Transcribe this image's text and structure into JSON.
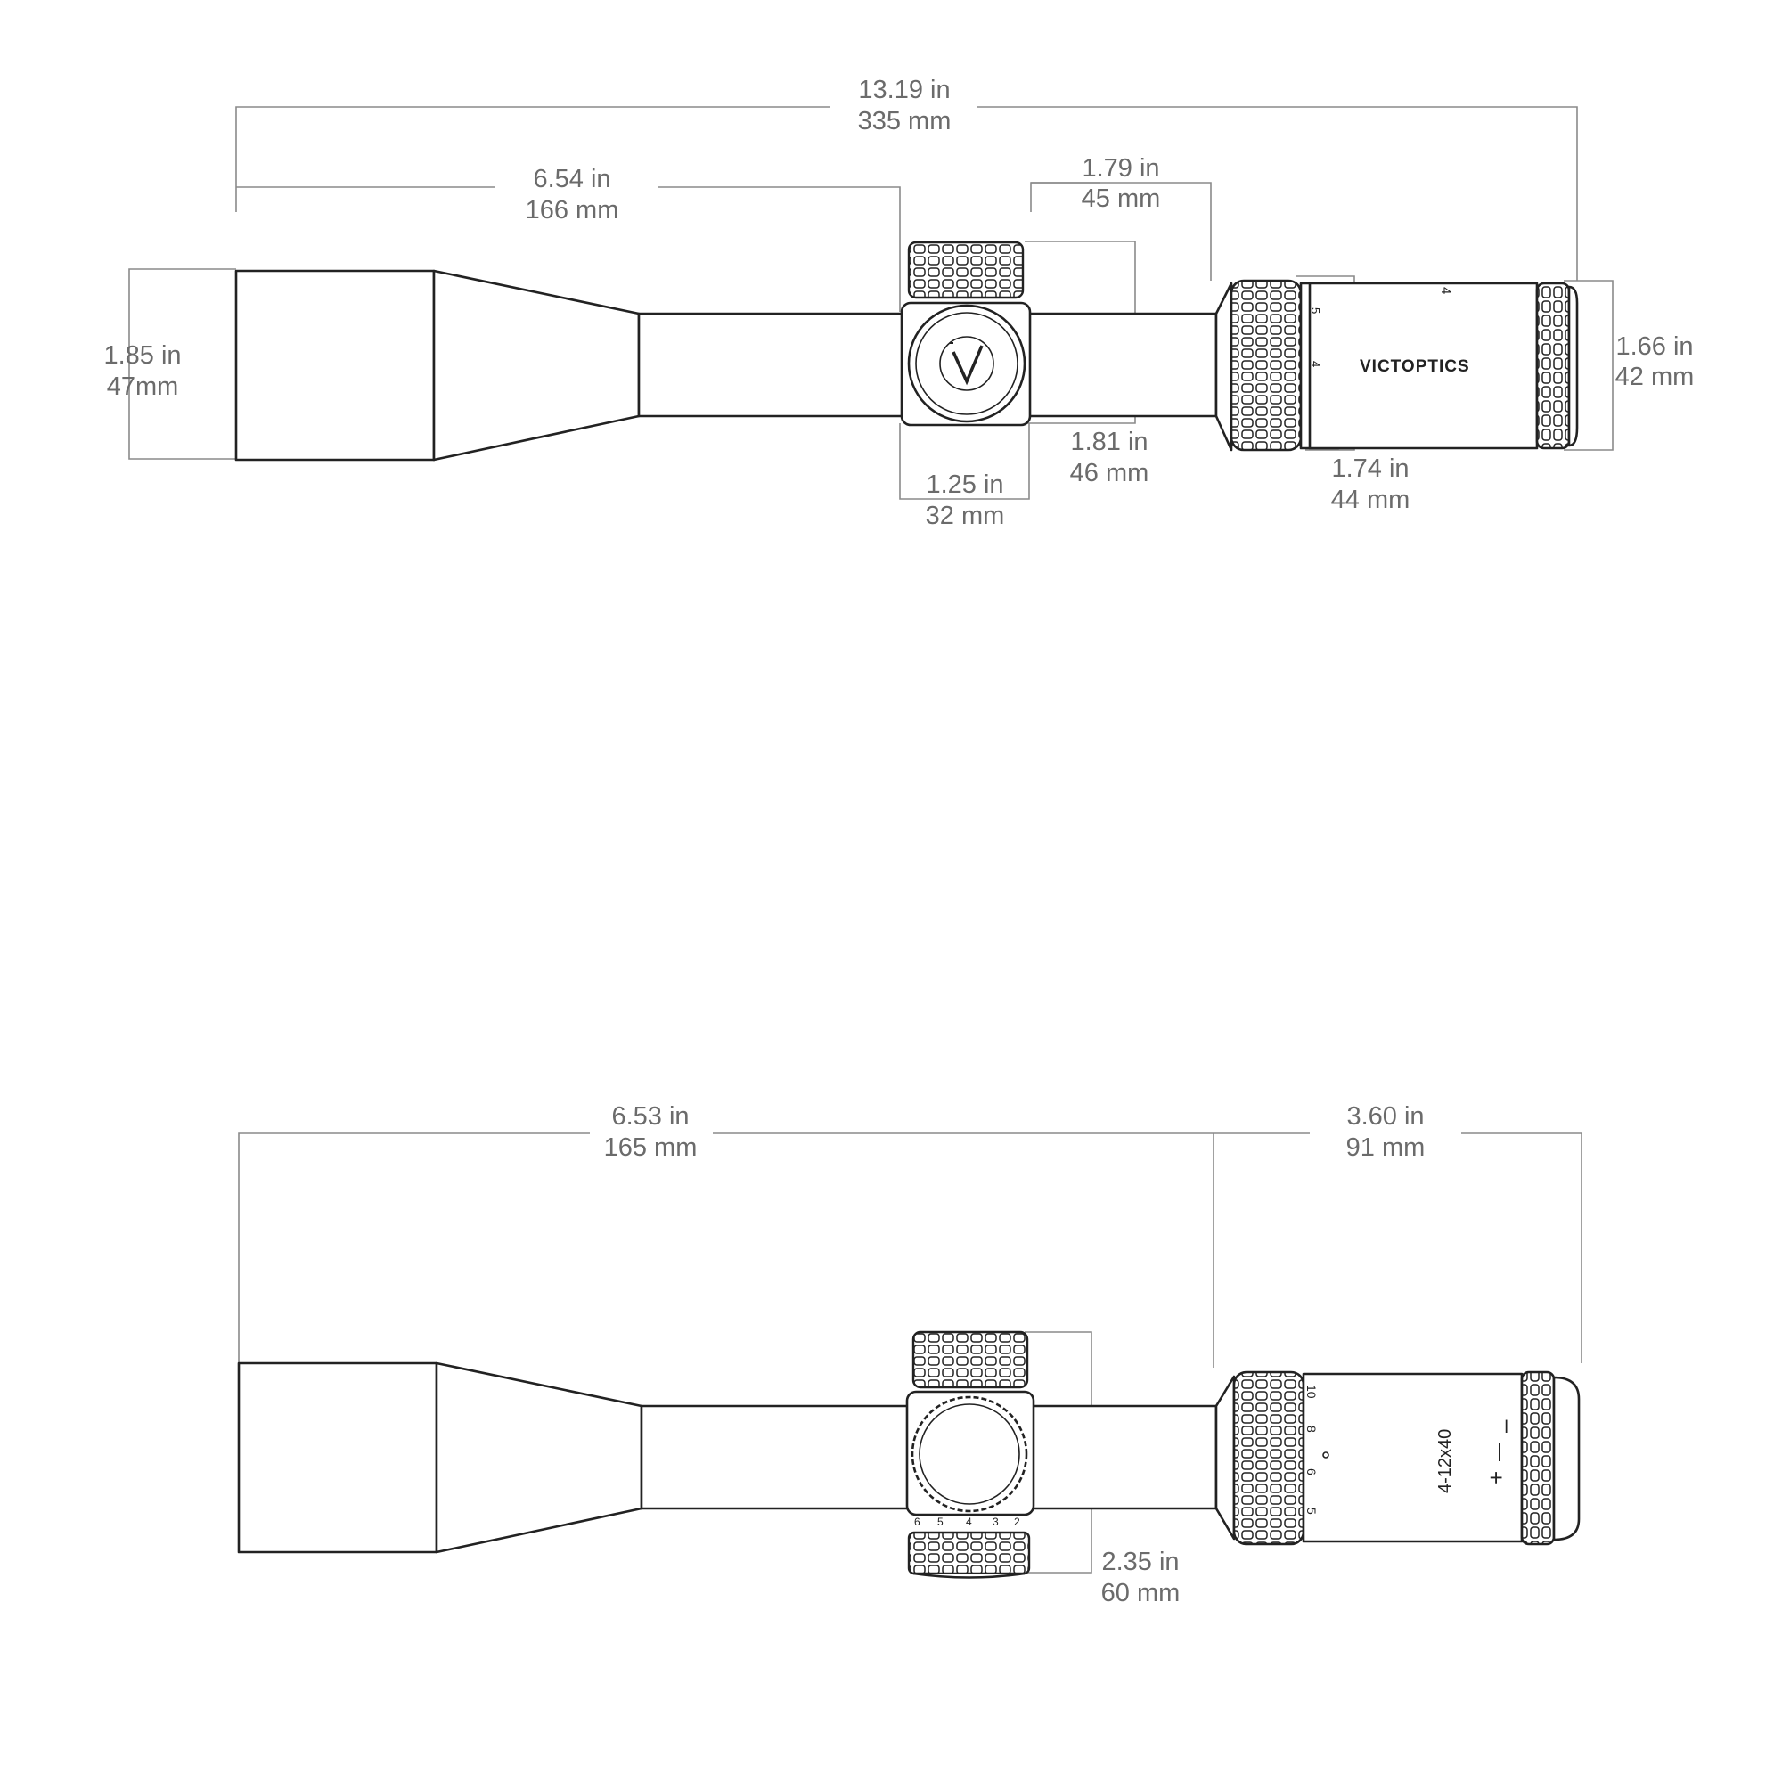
{
  "top_view": {
    "overall": {
      "in": "13.19 in",
      "mm": "335 mm"
    },
    "objective_to_turret": {
      "in": "6.54 in",
      "mm": "166 mm"
    },
    "eyepiece_length": {
      "in": "1.79 in",
      "mm": "45 mm"
    },
    "objective_diameter": {
      "in": "1.85 in",
      "mm": "47mm"
    },
    "eyepiece_diameter": {
      "in": "1.66 in",
      "mm": "42 mm"
    },
    "turret_width": {
      "in": "1.25 in",
      "mm": "32 mm"
    },
    "turret_height": {
      "in": "1.81 in",
      "mm": "46 mm"
    },
    "power_ring": {
      "in": "1.74 in",
      "mm": "44 mm"
    },
    "brand": "VICTOPTICS",
    "ring_marks": [
      "5",
      "4",
      "4"
    ]
  },
  "side_view": {
    "objective_to_turret": {
      "in": "6.53 in",
      "mm": "165 mm"
    },
    "eyepiece_length": {
      "in": "3.60 in",
      "mm": "91 mm"
    },
    "turret_height": {
      "in": "2.35 in",
      "mm": "60 mm"
    },
    "model": "4-12x40",
    "diopter_plus": "+",
    "diopter_minus": "–",
    "power_marks": [
      "10",
      "8",
      "6",
      "5"
    ],
    "turret_marks": [
      "6",
      "5",
      "4",
      "3",
      "2"
    ]
  }
}
